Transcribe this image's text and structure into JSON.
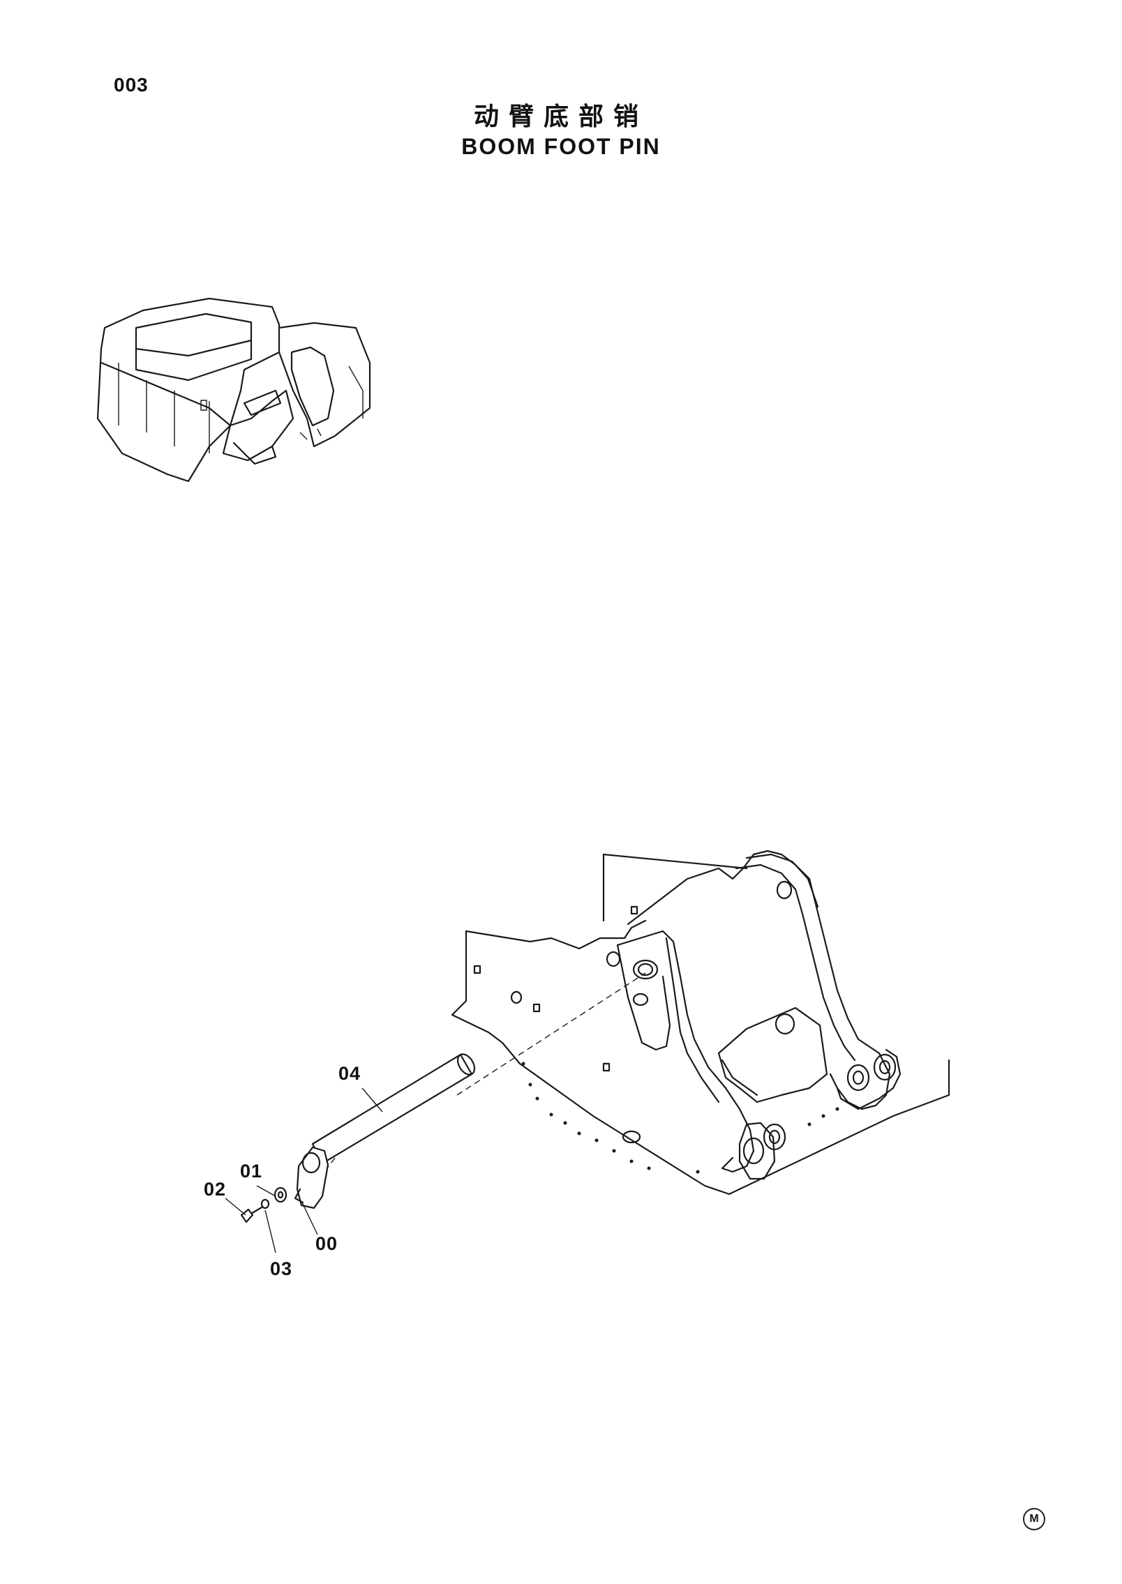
{
  "page": {
    "number": "003"
  },
  "title": {
    "chinese": "动臂底部销",
    "english": "BOOM FOOT PIN"
  },
  "callouts": [
    {
      "id": "c04",
      "label": "04"
    },
    {
      "id": "c01",
      "label": "01"
    },
    {
      "id": "c02",
      "label": "02"
    },
    {
      "id": "c00",
      "label": "00"
    },
    {
      "id": "c03",
      "label": "03"
    }
  ],
  "footer": {
    "mark": "M"
  },
  "icons": [
    "excavator-overview-icon",
    "upper-frame-drawing",
    "boom-foot-pin-icon",
    "washer-icon",
    "bolt-icon",
    "plate-icon",
    "registered-mark-icon"
  ]
}
